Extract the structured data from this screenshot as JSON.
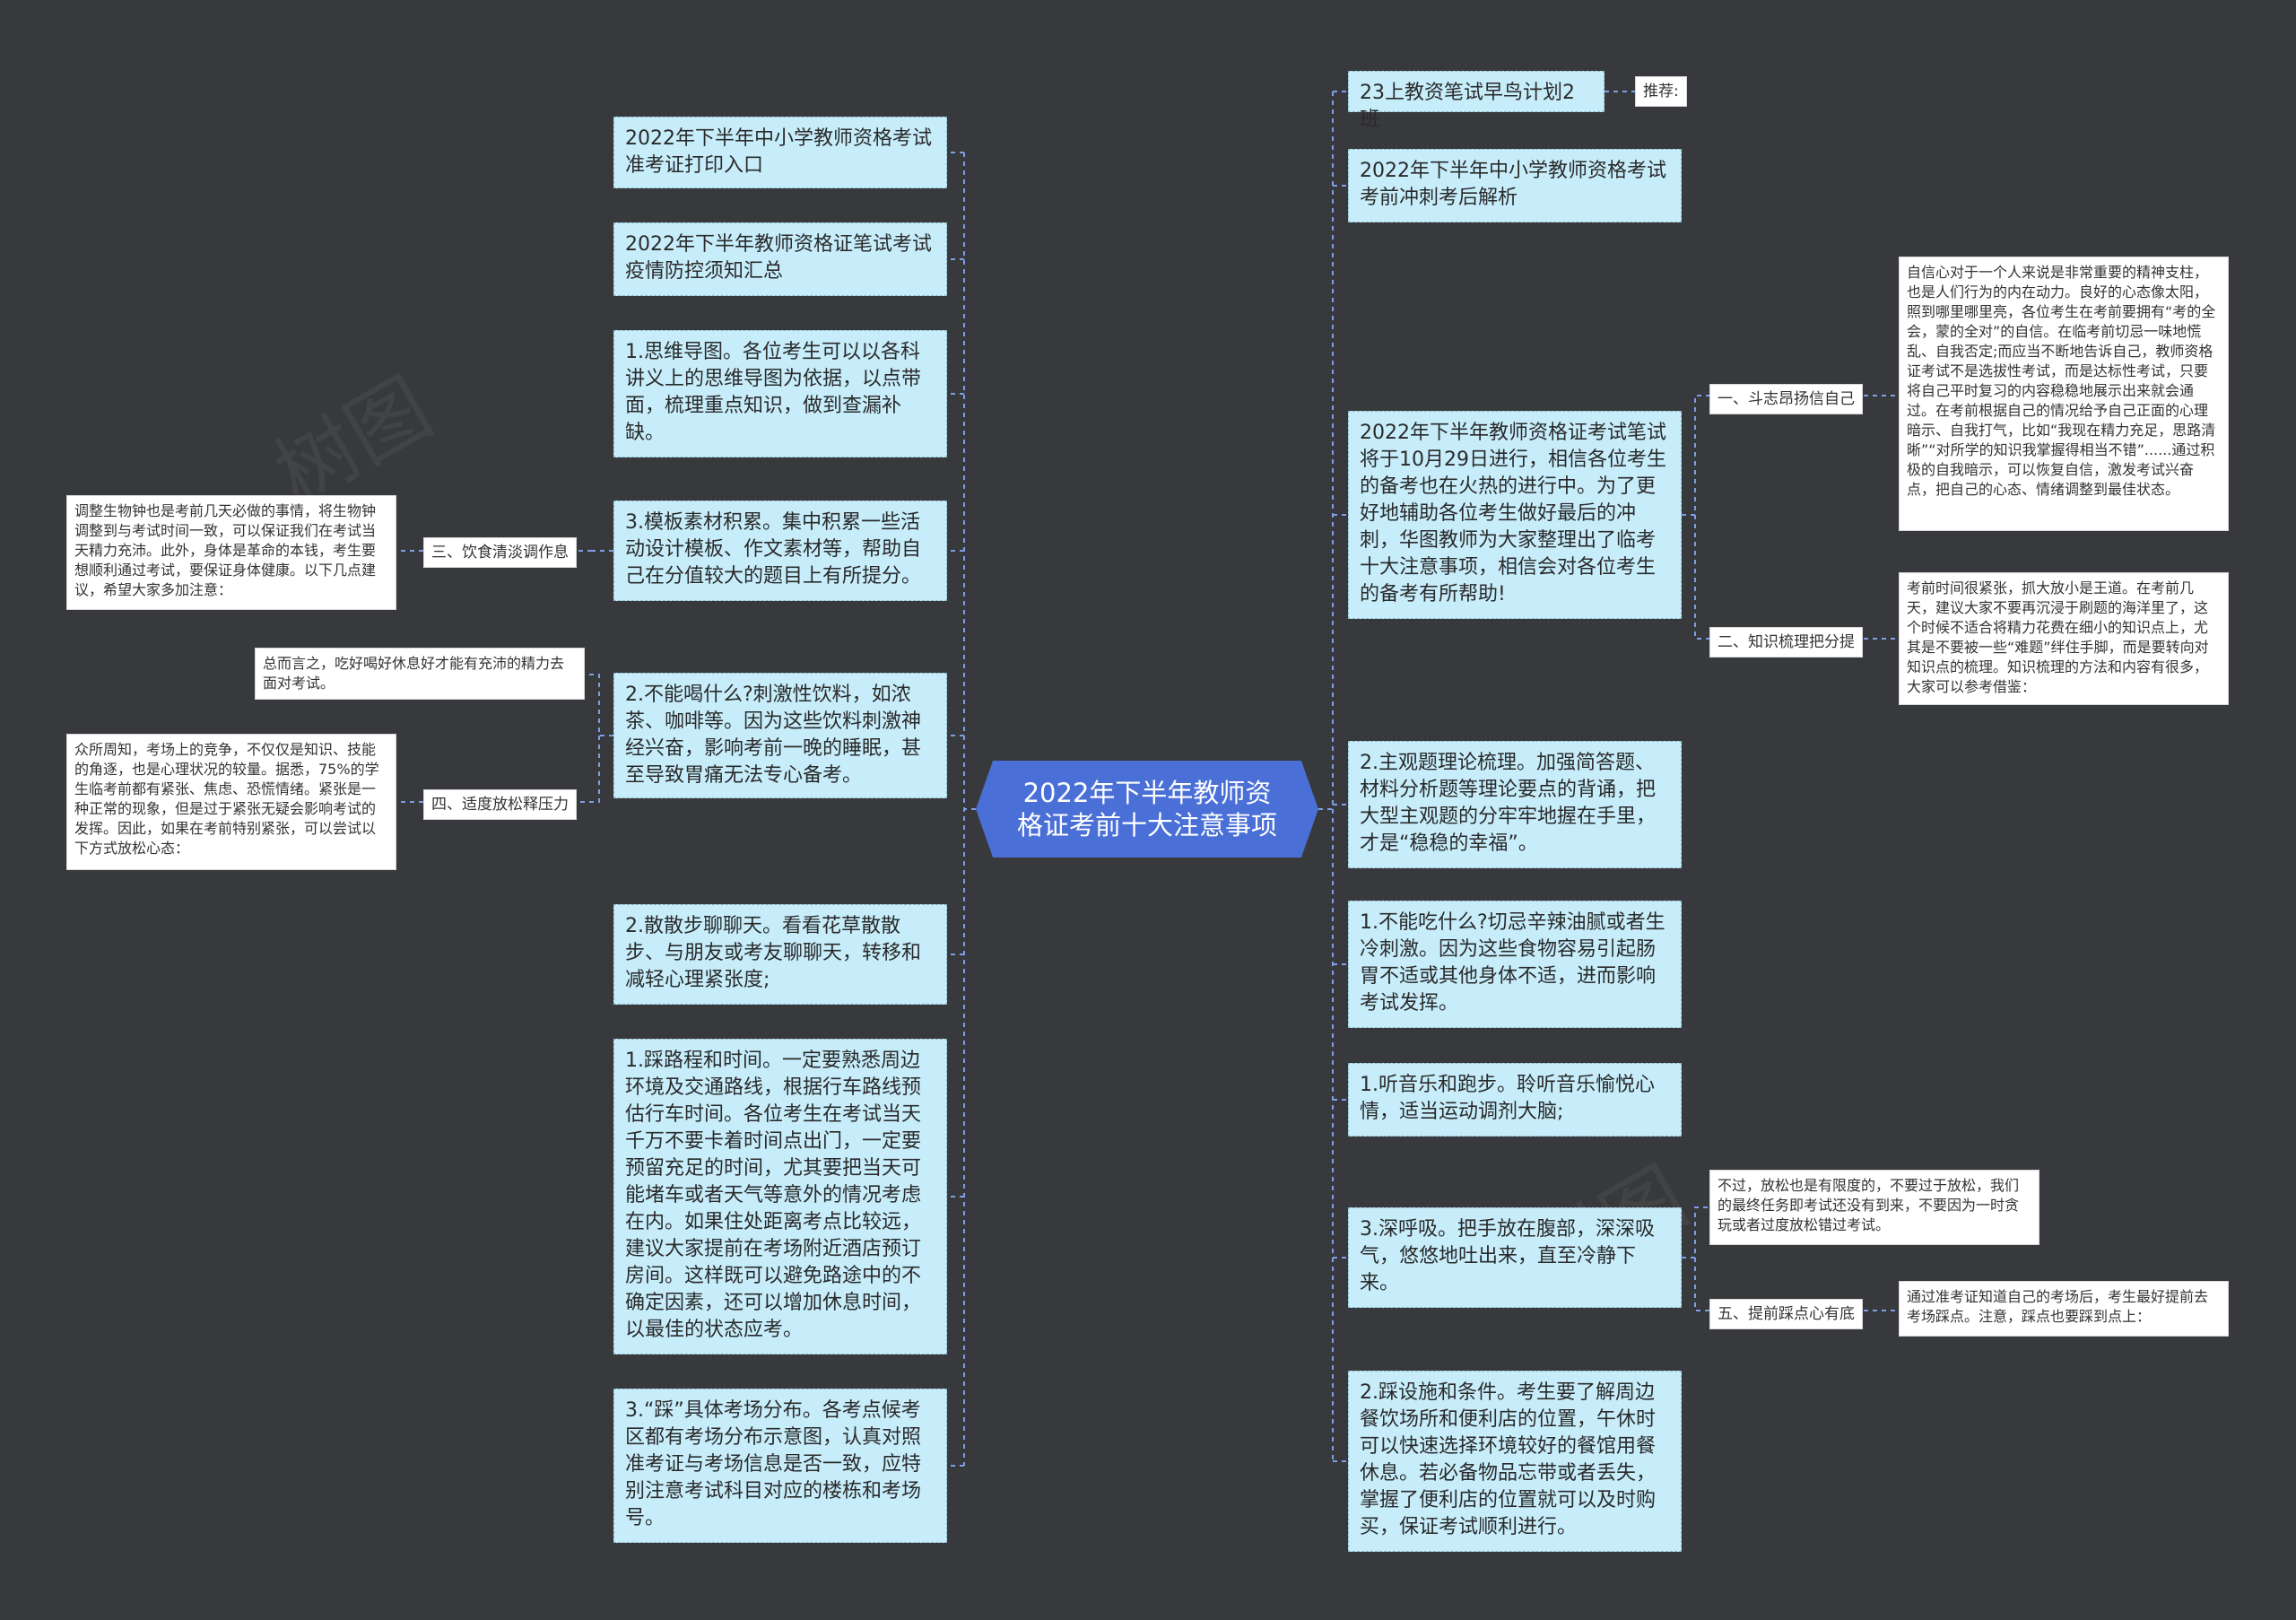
{
  "root": {
    "title": "2022年下半年教师资格证考前十大注意事项"
  },
  "recommend_label": "推荐:",
  "left_nodes": [
    {
      "id": "l1",
      "text": "2022年下半年中小学教师资格考试准考证打印入口"
    },
    {
      "id": "l2",
      "text": "2022年下半年教师资格证笔试考试疫情防控须知汇总"
    },
    {
      "id": "l3",
      "text": "1.思维导图。各位考生可以以各科讲义上的思维导图为依据，以点带面，梳理重点知识，做到查漏补缺。"
    },
    {
      "id": "l4",
      "text": "3.模板素材积累。集中积累一些活动设计模板、作文素材等，帮助自己在分值较大的题目上有所提分。"
    },
    {
      "id": "l5",
      "text": "2.不能喝什么?刺激性饮料，如浓茶、咖啡等。因为这些饮料刺激神经兴奋，影响考前一晚的睡眠，甚至导致胃痛无法专心备考。"
    },
    {
      "id": "l6",
      "text": "2.散散步聊聊天。看看花草散散步、与朋友或考友聊聊天，转移和减轻心理紧张度;"
    },
    {
      "id": "l7",
      "text": "1.踩路程和时间。一定要熟悉周边环境及交通路线，根据行车路线预估行车时间。各位考生在考试当天千万不要卡着时间点出门，一定要预留充足的时间，尤其要把当天可能堵车或者天气等意外的情况考虑在内。如果住处距离考点比较远，建议大家提前在考场附近酒店预订房间。这样既可以避免路途中的不确定因素，还可以增加休息时间，以最佳的状态应考。"
    },
    {
      "id": "l8",
      "text": "3.“踩”具体考场分布。各考点候考区都有考场分布示意图，认真对照准考证与考场信息是否一致，应特别注意考试科目对应的楼栋和考场号。"
    }
  ],
  "right_nodes": [
    {
      "id": "r1",
      "text": "23上教资笔试早鸟计划2班"
    },
    {
      "id": "r2",
      "text": "2022年下半年中小学教师资格考试考前冲刺考后解析"
    },
    {
      "id": "r3",
      "text": "2022年下半年教师资格证考试笔试将于10月29日进行，相信各位考生的备考也在火热的进行中。为了更好地辅助各位考生做好最后的冲刺，华图教师为大家整理出了临考十大注意事项，相信会对各位考生的备考有所帮助!"
    },
    {
      "id": "r4",
      "text": "2.主观题理论梳理。加强简答题、材料分析题等理论要点的背诵，把大型主观题的分牢牢地握在手里，才是“稳稳的幸福”。"
    },
    {
      "id": "r5",
      "text": "1.不能吃什么?切忌辛辣油腻或者生冷刺激。因为这些食物容易引起肠胃不适或其他身体不适，进而影响考试发挥。"
    },
    {
      "id": "r6",
      "text": "1.听音乐和跑步。聆听音乐愉悦心情，适当运动调剂大脑;"
    },
    {
      "id": "r7",
      "text": "3.深呼吸。把手放在腹部，深深吸气，悠悠地吐出来，直至冷静下来。"
    },
    {
      "id": "r8",
      "text": "2.踩设施和条件。考生要了解周边餐饮场所和便利店的位置，午休时可以快速选择环境较好的餐馆用餐休息。若必备物品忘带或者丢失，掌握了便利店的位置就可以及时购买，保证考试顺利进行。"
    }
  ],
  "left_labels": [
    {
      "id": "ll3",
      "text": "三、饮食清淡调作息"
    },
    {
      "id": "ll4",
      "text": "四、适度放松释压力"
    }
  ],
  "right_labels": [
    {
      "id": "rl1",
      "text": "一、斗志昂扬信自己"
    },
    {
      "id": "rl2",
      "text": "二、知识梳理把分提"
    },
    {
      "id": "rl5",
      "text": "五、提前踩点心有底"
    }
  ],
  "left_leaves": [
    {
      "id": "lf1",
      "text": "调整生物钟也是考前几天必做的事情，将生物钟调整到与考试时间一致，可以保证我们在考试当天精力充沛。此外，身体是革命的本钱，考生要想顺利通过考试，要保证身体健康。以下几点建议，希望大家多加注意："
    },
    {
      "id": "lf2",
      "text": "总而言之，吃好喝好休息好才能有充沛的精力去面对考试。"
    },
    {
      "id": "lf3",
      "text": "众所周知，考场上的竞争，不仅仅是知识、技能的角逐，也是心理状况的较量。据悉，75%的学生临考前都有紧张、焦虑、恐慌情绪。紧张是一种正常的现象，但是过于紧张无疑会影响考试的发挥。因此，如果在考前特别紧张，可以尝试以下方式放松心态："
    }
  ],
  "right_leaves": [
    {
      "id": "rf1",
      "text": "自信心对于一个人来说是非常重要的精神支柱，也是人们行为的内在动力。良好的心态像太阳，照到哪里哪里亮，各位考生在考前要拥有“考的全会，蒙的全对”的自信。在临考前切忌一味地慌乱、自我否定;而应当不断地告诉自己，教师资格证考试不是选拔性考试，而是达标性考试，只要将自己平时复习的内容稳稳地展示出来就会通过。在考前根据自己的情况给予自己正面的心理暗示、自我打气，比如“我现在精力充足，思路清晰”“对所学的知识我掌握得相当不错”......通过积极的自我暗示，可以恢复自信，激发考试兴奋点，把自己的心态、情绪调整到最佳状态。"
    },
    {
      "id": "rf2",
      "text": "考前时间很紧张，抓大放小是王道。在考前几天，建议大家不要再沉浸于刷题的海洋里了，这个时候不适合将精力花费在细小的知识点上，尤其是不要被一些“难题”绊住手脚，而是要转向对知识点的梳理。知识梳理的方法和内容有很多，大家可以参考借鉴："
    },
    {
      "id": "rf3",
      "text": "不过，放松也是有限度的，不要过于放松，我们的最终任务即考试还没有到来，不要因为一时贪玩或者过度放松错过考试。"
    },
    {
      "id": "rf4",
      "text": "通过准考证知道自己的考场后，考生最好提前去考场踩点。注意，踩点也要踩到点上："
    }
  ],
  "colors": {
    "background": "#38393c",
    "node": "#c7edfb",
    "root": "#4a6fd6",
    "line": "#7e9ee6"
  }
}
